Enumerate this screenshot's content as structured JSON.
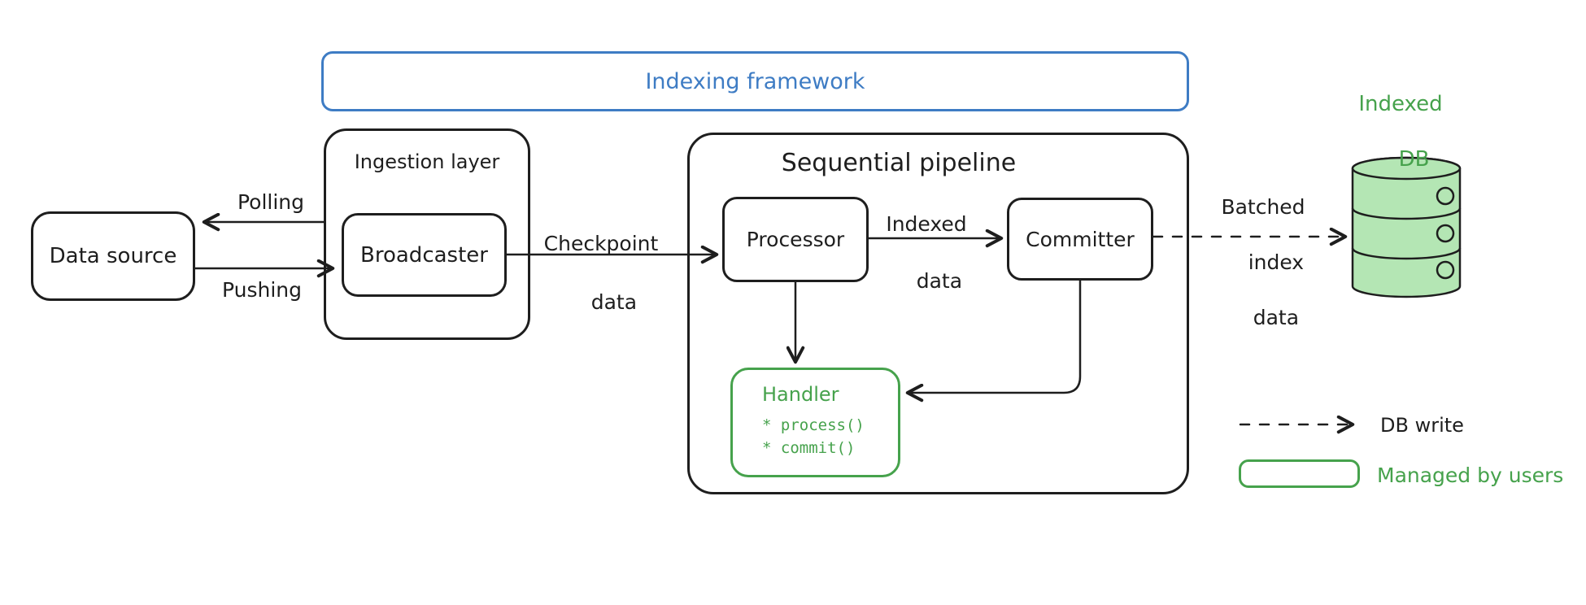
{
  "diagram": {
    "title_frame": {
      "label": "Indexing framework"
    },
    "nodes": {
      "data_source": {
        "label": "Data source"
      },
      "ingestion_layer": {
        "label": "Ingestion layer"
      },
      "broadcaster": {
        "label": "Broadcaster"
      },
      "sequential_pipeline": {
        "label": "Sequential pipeline"
      },
      "processor": {
        "label": "Processor"
      },
      "committer": {
        "label": "Committer"
      },
      "handler": {
        "label": "Handler",
        "methods": [
          "* process()",
          "* commit()"
        ]
      },
      "indexed_db": {
        "line1": "Indexed",
        "line2": "DB"
      }
    },
    "edges": {
      "polling": {
        "label": "Polling"
      },
      "pushing": {
        "label": "Pushing"
      },
      "checkpoint_data": {
        "line1": "Checkpoint",
        "line2": "data"
      },
      "indexed_data": {
        "line1": "Indexed",
        "line2": "data"
      },
      "batched_index_data": {
        "line1": "Batched",
        "line2": "index",
        "line3": "data"
      }
    },
    "legend": {
      "db_write_label": "DB write",
      "managed_by_users_label": "Managed by users"
    },
    "colors": {
      "accent_blue": "#3e7cc4",
      "accent_green": "#46a24c",
      "db_fill_green": "#b4e6b4",
      "ink_black": "#1e1e1e",
      "background": "#ffffff"
    }
  }
}
